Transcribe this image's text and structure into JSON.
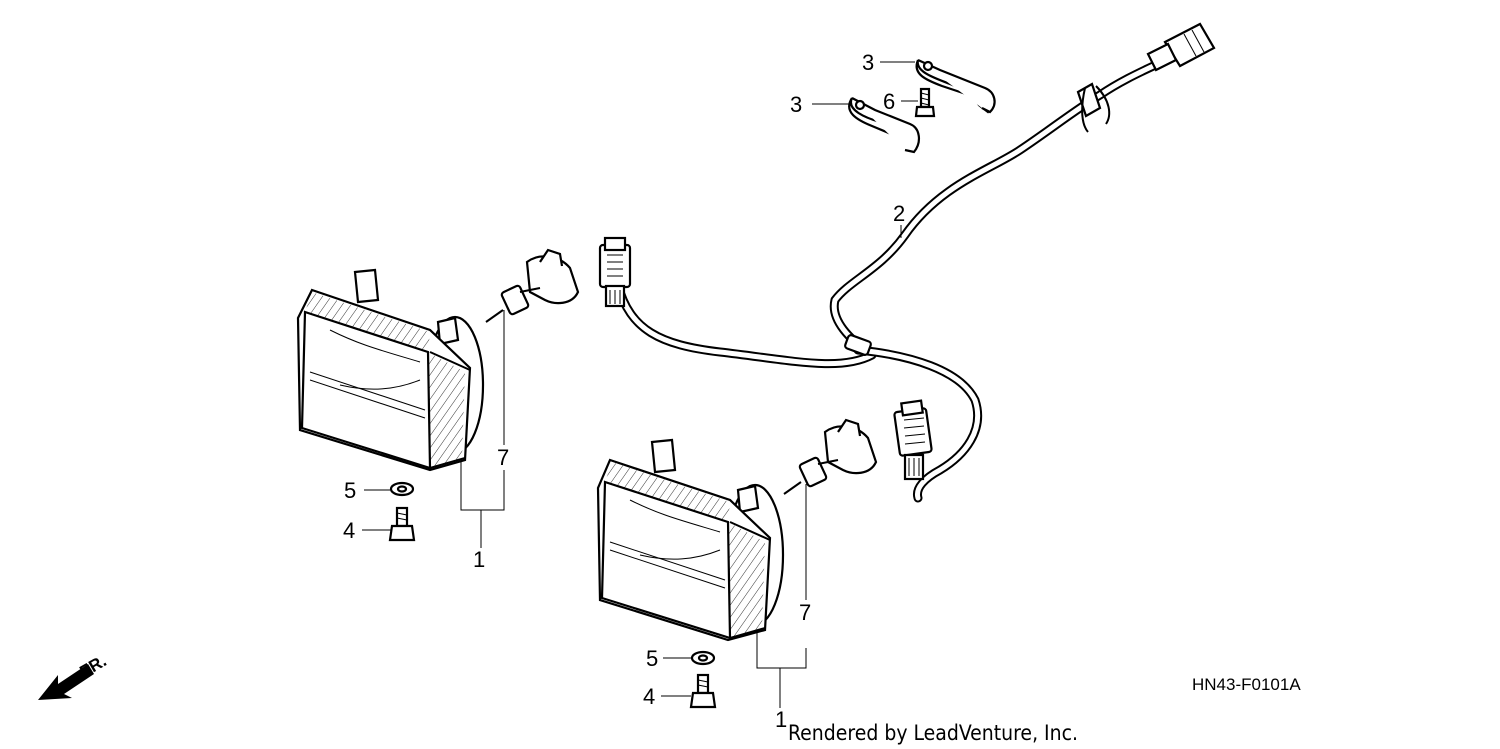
{
  "diagram": {
    "callouts": [
      {
        "id": "headlight-left",
        "label": "1"
      },
      {
        "id": "headlight-right",
        "label": "1"
      },
      {
        "id": "wire-harness",
        "label": "2"
      },
      {
        "id": "clamp-upper",
        "label": "3"
      },
      {
        "id": "clamp-lower",
        "label": "3"
      },
      {
        "id": "bolt-left",
        "label": "4"
      },
      {
        "id": "bolt-right",
        "label": "4"
      },
      {
        "id": "nut-left",
        "label": "5"
      },
      {
        "id": "nut-right",
        "label": "5"
      },
      {
        "id": "screw",
        "label": "6"
      },
      {
        "id": "bulb-left",
        "label": "7"
      },
      {
        "id": "bulb-right",
        "label": "7"
      }
    ],
    "front_indicator": "FR.",
    "diagram_code": "HN43-F0101A",
    "credit": "Rendered by LeadVenture, Inc."
  }
}
